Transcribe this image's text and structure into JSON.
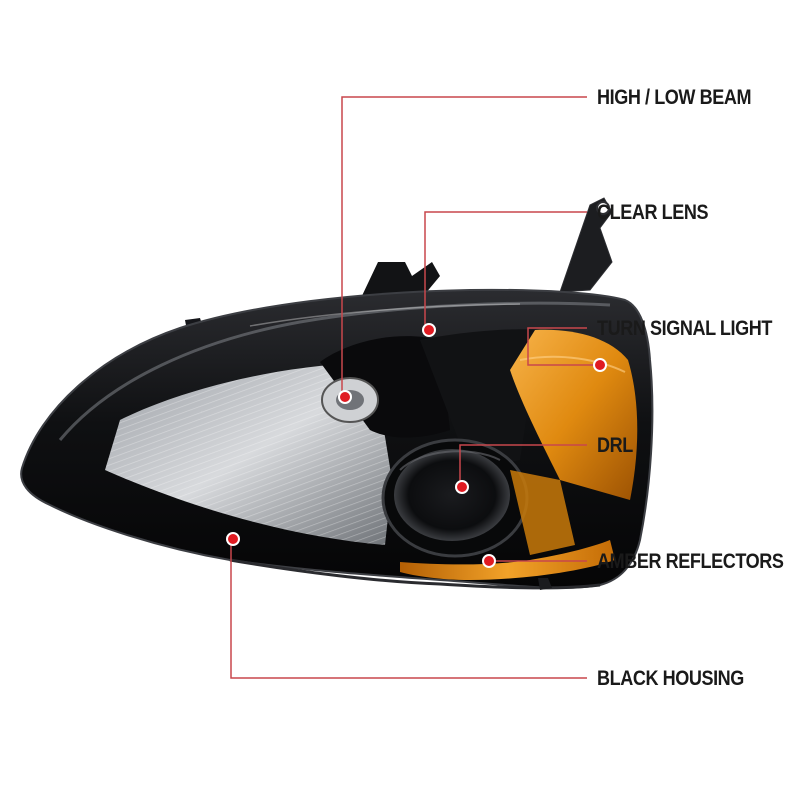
{
  "image": {
    "subject": "car headlight assembly",
    "background_color": "#ffffff",
    "housing_color": "#0d0d0f",
    "amber_color": "#e08a10",
    "callout_line_color": "#c8474c",
    "callout_dot_color": "#e01b22"
  },
  "callouts": [
    {
      "id": "high-low-beam",
      "label": "HIGH / LOW BEAM"
    },
    {
      "id": "clear-lens",
      "label": "CLEAR LENS"
    },
    {
      "id": "turn-signal-light",
      "label": "TURN SIGNAL LIGHT"
    },
    {
      "id": "drl",
      "label": "DRL"
    },
    {
      "id": "amber-reflectors",
      "label": "AMBER REFLECTORS"
    },
    {
      "id": "black-housing",
      "label": "BLACK HOUSING"
    }
  ]
}
